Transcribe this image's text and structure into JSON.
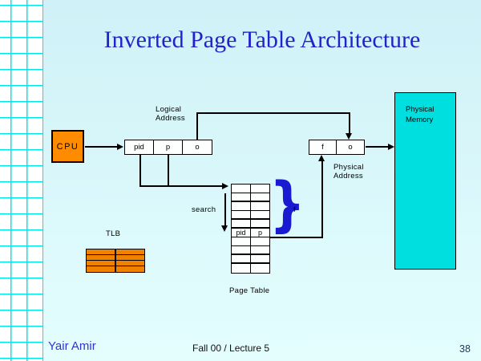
{
  "title": "Inverted Page Table Architecture",
  "colors": {
    "title_blue": "#2222CC",
    "accent_orange": "#FF8C00",
    "tlb_orange": "#F08200",
    "memory_cyan": "#00DFDF",
    "grid_cyan": "#00E6E6",
    "bg_top": "#CFF1F7",
    "bg_bottom": "#E4FEFE",
    "brace_blue": "#1A1AD0",
    "footer_blue": "#3333CC",
    "page_number_color": "#1F3850"
  },
  "diagram": {
    "cpu_label": "CPU",
    "logical_address_label": "Logical\nAddress",
    "logical_boxes": [
      "pid",
      "p",
      "o"
    ],
    "physical_boxes": [
      "f",
      "o"
    ],
    "physical_address_label": "Physical\nAddress",
    "physical_memory_label": "Physical\nMemory",
    "search_label": "search",
    "frame_label": "f",
    "brace_glyph": "}",
    "tlb": {
      "label": "TLB",
      "rows": 4,
      "cols": 2
    },
    "page_table": {
      "label": "Page Table",
      "rows": 10,
      "cols": 2,
      "entry_row": 6,
      "entry_labels": [
        "pid",
        "p"
      ],
      "thick_after_rows": [
        2,
        4,
        5,
        8,
        9
      ]
    }
  },
  "footer": {
    "author": "Yair Amir",
    "course": "Fall 00 / Lecture 5",
    "page_number": "38"
  }
}
